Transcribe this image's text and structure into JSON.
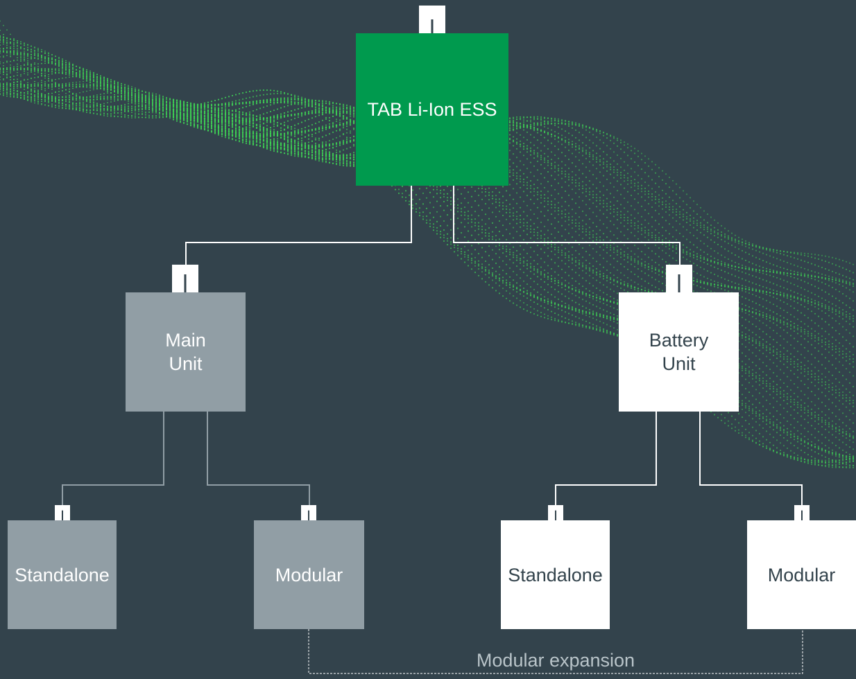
{
  "diagram": {
    "root": {
      "label": "TAB Li-Ion ESS",
      "style": "green"
    },
    "branches": [
      {
        "label": "Main\nUnit",
        "style": "gray",
        "children": [
          {
            "label": "Standalone",
            "style": "gray"
          },
          {
            "label": "Modular",
            "style": "gray"
          }
        ]
      },
      {
        "label": "Battery\nUnit",
        "style": "white",
        "children": [
          {
            "label": "Standalone",
            "style": "white"
          },
          {
            "label": "Modular",
            "style": "white"
          }
        ]
      }
    ],
    "expansion_label": "Modular expansion"
  },
  "colors": {
    "background": "#33434c",
    "green": "#009a4e",
    "gray": "#919ea5",
    "white": "#ffffff",
    "dots": "#3fcf55",
    "dark_text": "#33434c",
    "light_text": "#ffffff"
  }
}
